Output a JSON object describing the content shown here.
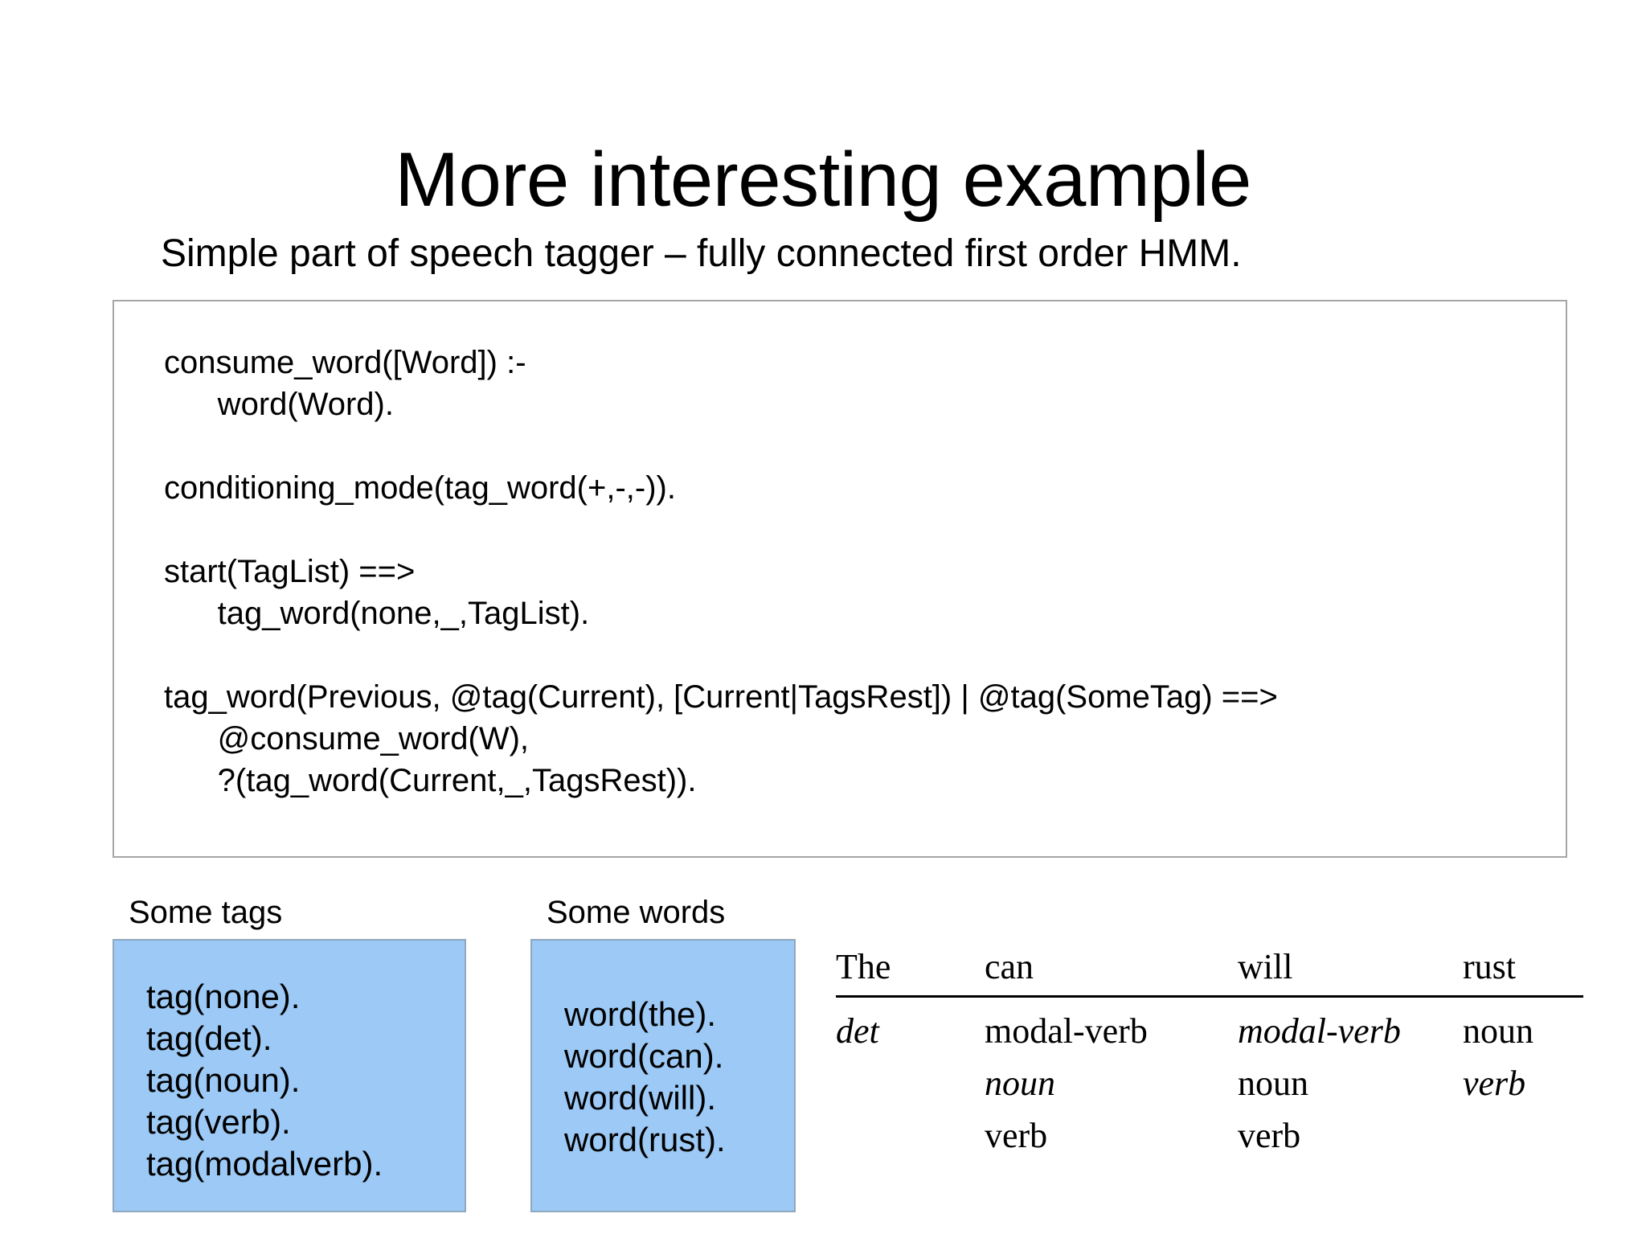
{
  "slide": {
    "title": "More interesting example",
    "subtitle": "Simple part of speech tagger – fully connected first order HMM."
  },
  "code": {
    "lines": [
      "consume_word([Word]) :-",
      "      word(Word).",
      "",
      "conditioning_mode(tag_word(+,-,-)).",
      "",
      "start(TagList) ==>",
      "      tag_word(none,_,TagList).",
      "",
      "tag_word(Previous, @tag(Current), [Current|TagsRest]) | @tag(SomeTag) ==>",
      "      @consume_word(W),",
      "      ?(tag_word(Current,_,TagsRest))."
    ]
  },
  "tags_panel": {
    "caption": "Some tags",
    "facts": [
      "tag(none).",
      "tag(det).",
      "tag(noun).",
      "tag(verb).",
      "tag(modalverb)."
    ]
  },
  "words_panel": {
    "caption": "Some words",
    "facts": [
      "word(the).",
      "word(can).",
      "word(will).",
      "word(rust)."
    ]
  },
  "tag_table": {
    "headers": [
      "The",
      "can",
      "will",
      "rust"
    ],
    "rows": [
      [
        {
          "text": "det",
          "italic": true
        },
        {
          "text": "modal-verb",
          "italic": false
        },
        {
          "text": "modal-verb",
          "italic": true
        },
        {
          "text": "noun",
          "italic": false
        }
      ],
      [
        {
          "text": "",
          "italic": false
        },
        {
          "text": "noun",
          "italic": true
        },
        {
          "text": "noun",
          "italic": false
        },
        {
          "text": "verb",
          "italic": true
        }
      ],
      [
        {
          "text": "",
          "italic": false
        },
        {
          "text": "verb",
          "italic": false
        },
        {
          "text": "verb",
          "italic": false
        },
        {
          "text": "",
          "italic": false
        }
      ]
    ]
  },
  "colors": {
    "panel_fill": "#9CC9F5",
    "panel_border": "#8fa8bd",
    "code_border": "#a6a6a6",
    "text": "#000000"
  }
}
